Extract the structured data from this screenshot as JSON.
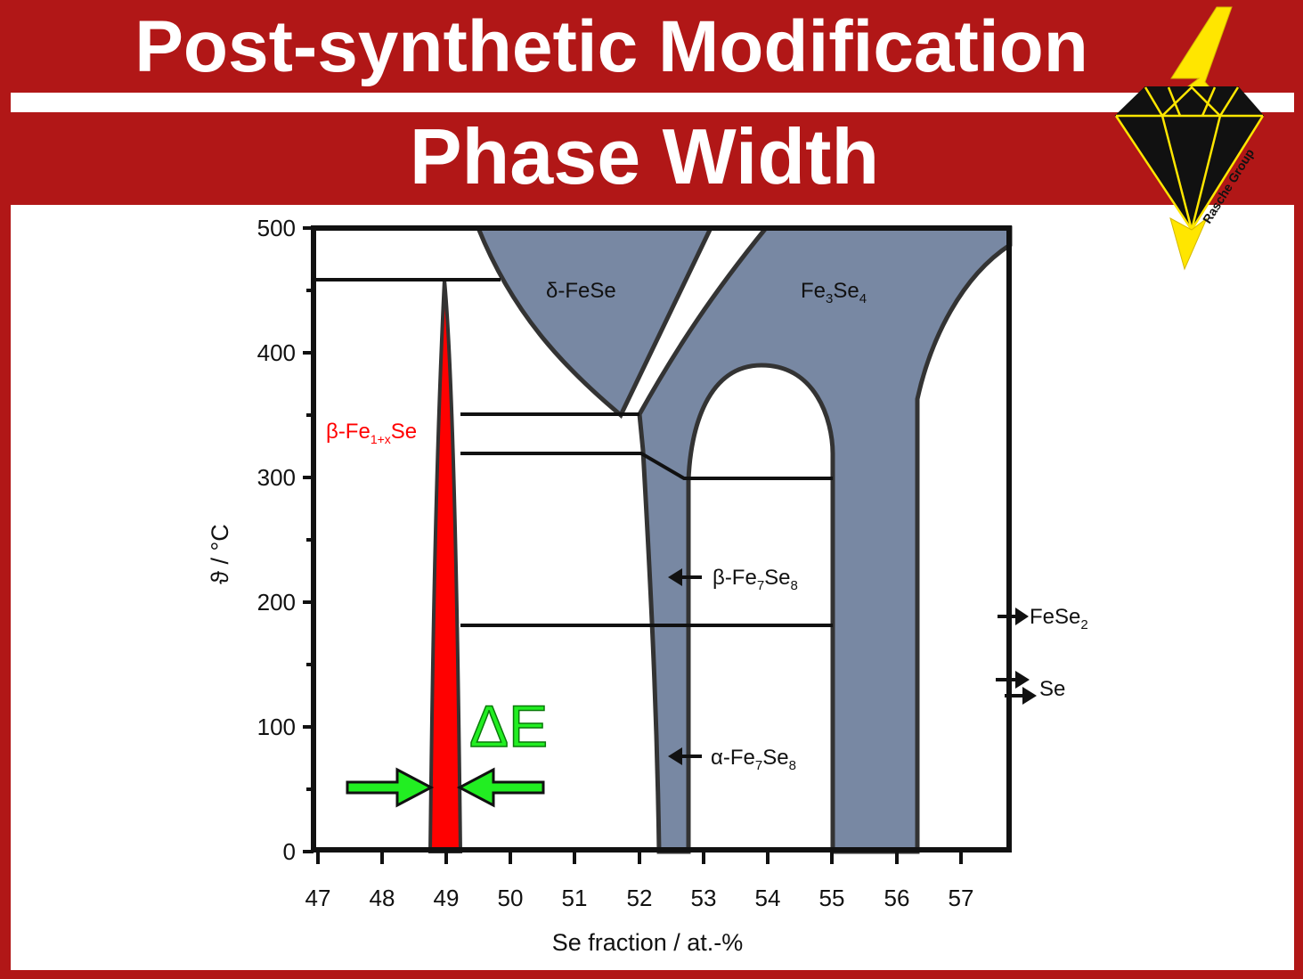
{
  "header": {
    "title": "Post-synthetic Modification",
    "subtitle": "Phase Width",
    "logo_text": "Rasche Group"
  },
  "diagram": {
    "x_axis": {
      "label": "Se fraction / at.-%",
      "ticks": [
        "47",
        "48",
        "49",
        "50",
        "51",
        "52",
        "53",
        "54",
        "55",
        "56",
        "57"
      ]
    },
    "y_axis": {
      "label": "ϑ / °C",
      "ticks": [
        "0",
        "100",
        "200",
        "300",
        "400",
        "500"
      ]
    },
    "phases": {
      "delta_fese": {
        "greek": "δ",
        "rest": "-FeSe"
      },
      "fe3se4": {
        "main": "Fe",
        "sub1": "3",
        "mid": "Se",
        "sub2": "4"
      },
      "beta_fe1x": {
        "greek": "β",
        "pre": "-Fe",
        "sub": "1+x",
        "post": "Se"
      },
      "beta_fe7se8": {
        "greek": "β",
        "pre": "-Fe",
        "sub1": "7",
        "mid": "Se",
        "sub2": "8"
      },
      "alpha_fe7se8": {
        "greek": "α",
        "pre": "-Fe",
        "sub1": "7",
        "mid": "Se",
        "sub2": "8"
      },
      "fese2": {
        "pre": "FeSe",
        "sub": "2"
      },
      "se": "Se"
    },
    "annotation": "ΔE",
    "colors": {
      "phase_fill": "#7888a3",
      "beta_fill": "#ff0000",
      "arrow_green": "#22ee22",
      "label_red": "#ff0000",
      "frame_red": "#b11717"
    }
  }
}
